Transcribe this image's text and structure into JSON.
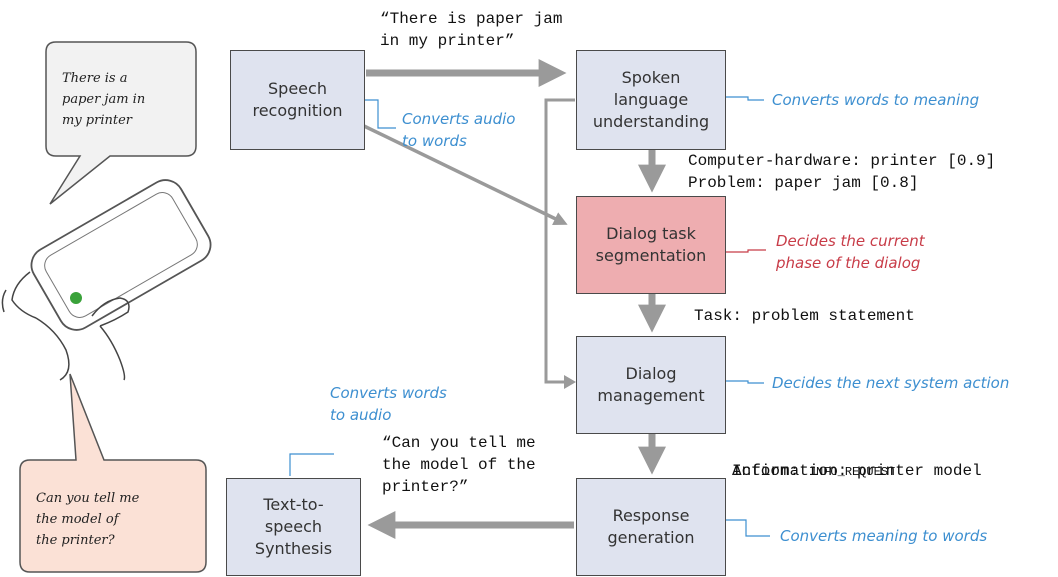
{
  "boxes": {
    "speech_recognition": "Speech\nrecognition",
    "slu": "Spoken\nlanguage\nunderstanding",
    "task_segmentation": "Dialog task\nsegmentation",
    "dialog_management": "Dialog\nmanagement",
    "response_generation": "Response\ngeneration",
    "tts": "Text-to-\nspeech\nSynthesis"
  },
  "notes": {
    "converts_audio": "Converts audio\nto words",
    "converts_words_meaning": "Converts words to meaning",
    "decides_phase": "Decides the current\nphase of the dialog",
    "decides_action": "Decides the next system action",
    "converts_meaning_words": "Converts meaning to words",
    "converts_words_audio": "Converts words\nto audio"
  },
  "outputs": {
    "asr_output": "“There is paper jam\nin my printer”",
    "slu_output": "Computer-hardware: printer [0.9]\nProblem: paper jam [0.8]",
    "task_output": "Task: problem statement",
    "action_output_label": "Action: ",
    "action_output_value": "INFO_REQUEST",
    "information_output": "Information: printer model",
    "generation_output": "“Can you tell me\nthe model of the\nprinter?”"
  },
  "bubbles": {
    "user": "There is a\npaper jam in\nmy printer",
    "system": "Can you tell me\nthe model of\nthe printer?"
  },
  "colors": {
    "box_blue": "#dfe3ef",
    "box_red": "#eeadb0",
    "note_blue": "#3d8fd0",
    "note_red": "#c83c48",
    "arrow_gray": "#9a9a9a",
    "bubble_pink": "#fbe1d6"
  },
  "icons": [
    "phone-icon",
    "hand-icon",
    "speech-bubble-icon"
  ]
}
